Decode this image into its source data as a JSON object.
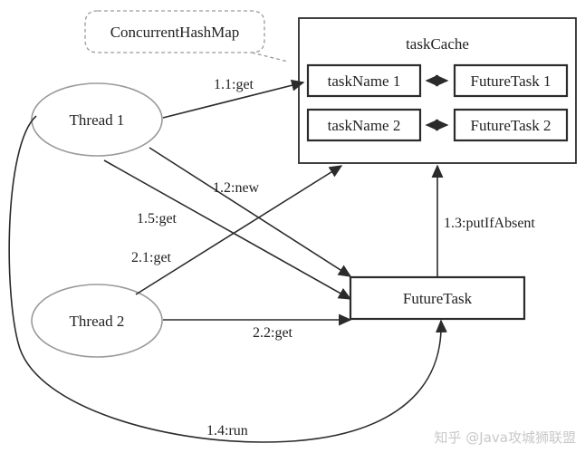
{
  "callout": {
    "label": "ConcurrentHashMap"
  },
  "task_cache": {
    "title": "taskCache",
    "entries": [
      {
        "key": "taskName 1",
        "value": "FutureTask 1"
      },
      {
        "key": "taskName 2",
        "value": "FutureTask 2"
      }
    ]
  },
  "threads": [
    {
      "label": "Thread 1"
    },
    {
      "label": "Thread 2"
    }
  ],
  "future_task": {
    "label": "FutureTask"
  },
  "edges": {
    "e1_1": "1.1:get",
    "e1_2": "1.2:new",
    "e1_3": "1.3:putIfAbsent",
    "e1_4": "1.4:run",
    "e1_5": "1.5:get",
    "e2_1": "2.1:get",
    "e2_2": "2.2:get"
  },
  "watermark": {
    "text": "知乎 @Java攻城狮联盟"
  },
  "colors": {
    "stroke": "#2b2b2b",
    "callout": "#9a9a9a",
    "watermark": "#c8c8c8"
  }
}
